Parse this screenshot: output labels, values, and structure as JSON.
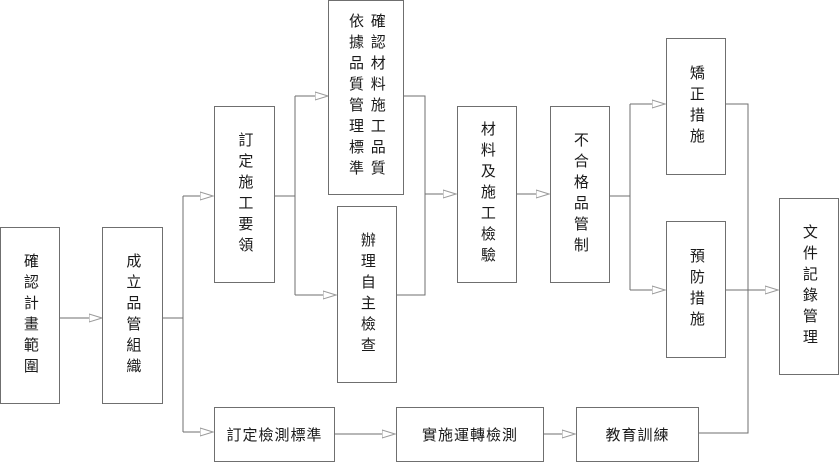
{
  "diagram": {
    "nodes": {
      "confirm_scope": "確認計畫範圍",
      "quality_org": "成立品管組織",
      "construction_guidelines": "訂定施工要領",
      "material_standards": "確認材料施工品質依據品質管理標準",
      "self_inspection": "辦理自主檢查",
      "material_inspection": "材料及施工檢驗",
      "nonconformance": "不合格品管制",
      "corrective": "矯正措施",
      "preventive": "預防措施",
      "documents": "文件記錄管理",
      "test_standards": "訂定檢測標準",
      "operation_test": "實施運轉檢測",
      "training": "教育訓練"
    },
    "colors": {
      "line": "#6f6f6f",
      "arrow": "#9a9a9a",
      "text": "#1a1a1a"
    }
  }
}
